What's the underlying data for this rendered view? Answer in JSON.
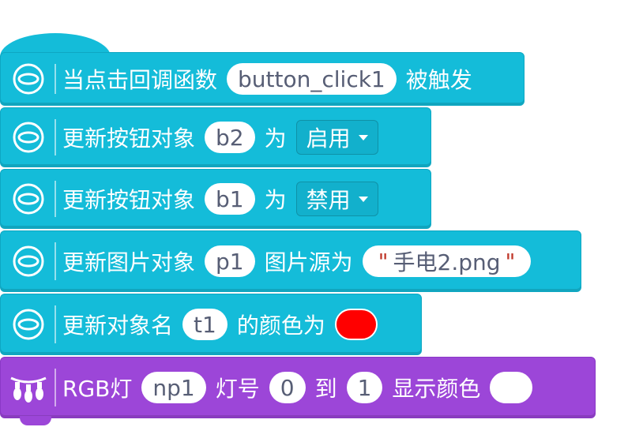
{
  "colors": {
    "block_cyan": "#14bcd9",
    "block_purple": "#9c46d8",
    "pill_text": "#575e75",
    "swatch_red": "#ff0000",
    "swatch_white": "#ffffff"
  },
  "blocks": {
    "callback": {
      "label": "当点击回调函数",
      "arg": "button_click1",
      "suffix": "被触发",
      "icon": "bracelet-icon"
    },
    "update_b2": {
      "label": "更新按钮对象",
      "arg": "b2",
      "mid": "为",
      "option": "启用",
      "icon": "bracelet-icon"
    },
    "update_b1": {
      "label": "更新按钮对象",
      "arg": "b1",
      "mid": "为",
      "option": "禁用",
      "icon": "bracelet-icon"
    },
    "update_p1": {
      "label": "更新图片对象",
      "arg": "p1",
      "mid": "图片源为",
      "value": "手电2.png",
      "icon": "bracelet-icon"
    },
    "update_t1": {
      "label": "更新对象名",
      "arg": "t1",
      "mid": "的颜色为",
      "color": "#ff0000",
      "icon": "bracelet-icon"
    },
    "rgb": {
      "label": "RGB灯",
      "arg": "np1",
      "mid1": "灯号",
      "from": "0",
      "mid2": "到",
      "to": "1",
      "suffix": "显示颜色",
      "color": "#ffffff",
      "icon": "rgb-lights-icon"
    }
  }
}
